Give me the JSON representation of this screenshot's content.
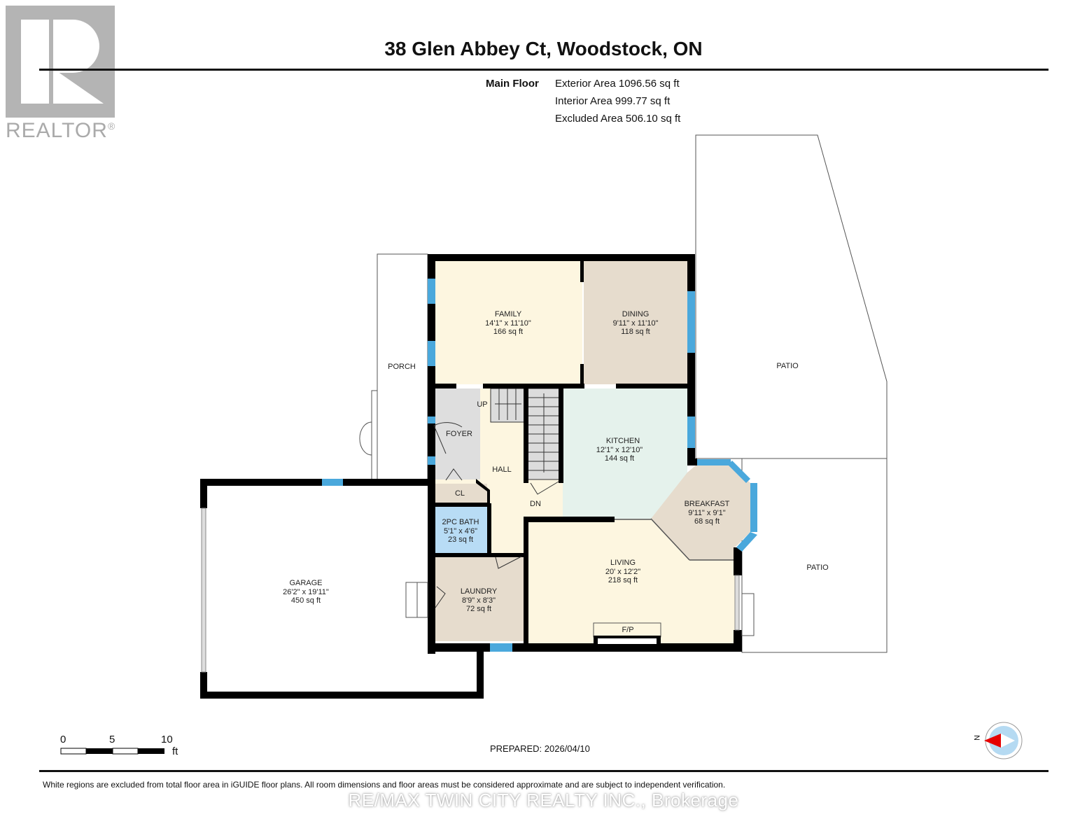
{
  "header": {
    "logo_text": "REALTOR",
    "logo_mark": "®",
    "title": "38 Glen Abbey Ct, Woodstock, ON"
  },
  "summary": {
    "floor_label": "Main Floor",
    "exterior_area": "Exterior Area 1096.56 sq ft",
    "interior_area": "Interior Area 999.77 sq ft",
    "excluded_area": "Excluded Area 506.10 sq ft"
  },
  "rooms": {
    "family": {
      "name": "FAMILY",
      "dims": "14'1\" x 11'10\"",
      "area": "166 sq ft"
    },
    "dining": {
      "name": "DINING",
      "dims": "9'11\" x 11'10\"",
      "area": "118 sq ft"
    },
    "kitchen": {
      "name": "KITCHEN",
      "dims": "12'1\" x 12'10\"",
      "area": "144 sq ft"
    },
    "breakfast": {
      "name": "BREAKFAST",
      "dims": "9'11\" x 9'1\"",
      "area": "68 sq ft"
    },
    "living": {
      "name": "LIVING",
      "dims": "20' x 12'2\"",
      "area": "218 sq ft"
    },
    "laundry": {
      "name": "LAUNDRY",
      "dims": "8'9\" x 8'3\"",
      "area": "72 sq ft"
    },
    "bath": {
      "name": "2PC BATH",
      "dims": "5'1\" x 4'6\"",
      "area": "23 sq ft"
    },
    "garage": {
      "name": "GARAGE",
      "dims": "26'2\" x 19'11\"",
      "area": "450 sq ft"
    },
    "porch": {
      "name": "PORCH"
    },
    "foyer": {
      "name": "FOYER"
    },
    "hall": {
      "name": "HALL"
    },
    "closet": {
      "name": "CL"
    },
    "patio_upper": {
      "name": "PATIO"
    },
    "patio_lower": {
      "name": "PATIO"
    },
    "fireplace": {
      "name": "F/P"
    },
    "stairs_up": {
      "name": "UP"
    },
    "stairs_down": {
      "name": "DN"
    }
  },
  "colors": {
    "family": "#fdf6e0",
    "dining": "#e6dccd",
    "kitchen": "#e5f2ec",
    "breakfast": "#e6dccd",
    "living": "#fdf6e0",
    "laundry": "#e6dccd",
    "bath": "#b8dcf5",
    "hall": "#fdf6e0",
    "foyer": "#dedede",
    "closet": "#e6dccd",
    "wall": "#000000",
    "window": "#4aa8dc"
  },
  "scale": {
    "ticks": [
      "0",
      "5",
      "10"
    ],
    "unit": "ft"
  },
  "footer": {
    "prepared": "PREPARED: 2026/04/10",
    "compass_label": "N",
    "disclaimer": "White regions are excluded from total floor area in iGUIDE floor plans. All room dimensions and floor areas must be considered approximate and are subject to independent verification.",
    "brokerage": "RE/MAX TWIN CITY REALTY INC., Brokerage"
  }
}
